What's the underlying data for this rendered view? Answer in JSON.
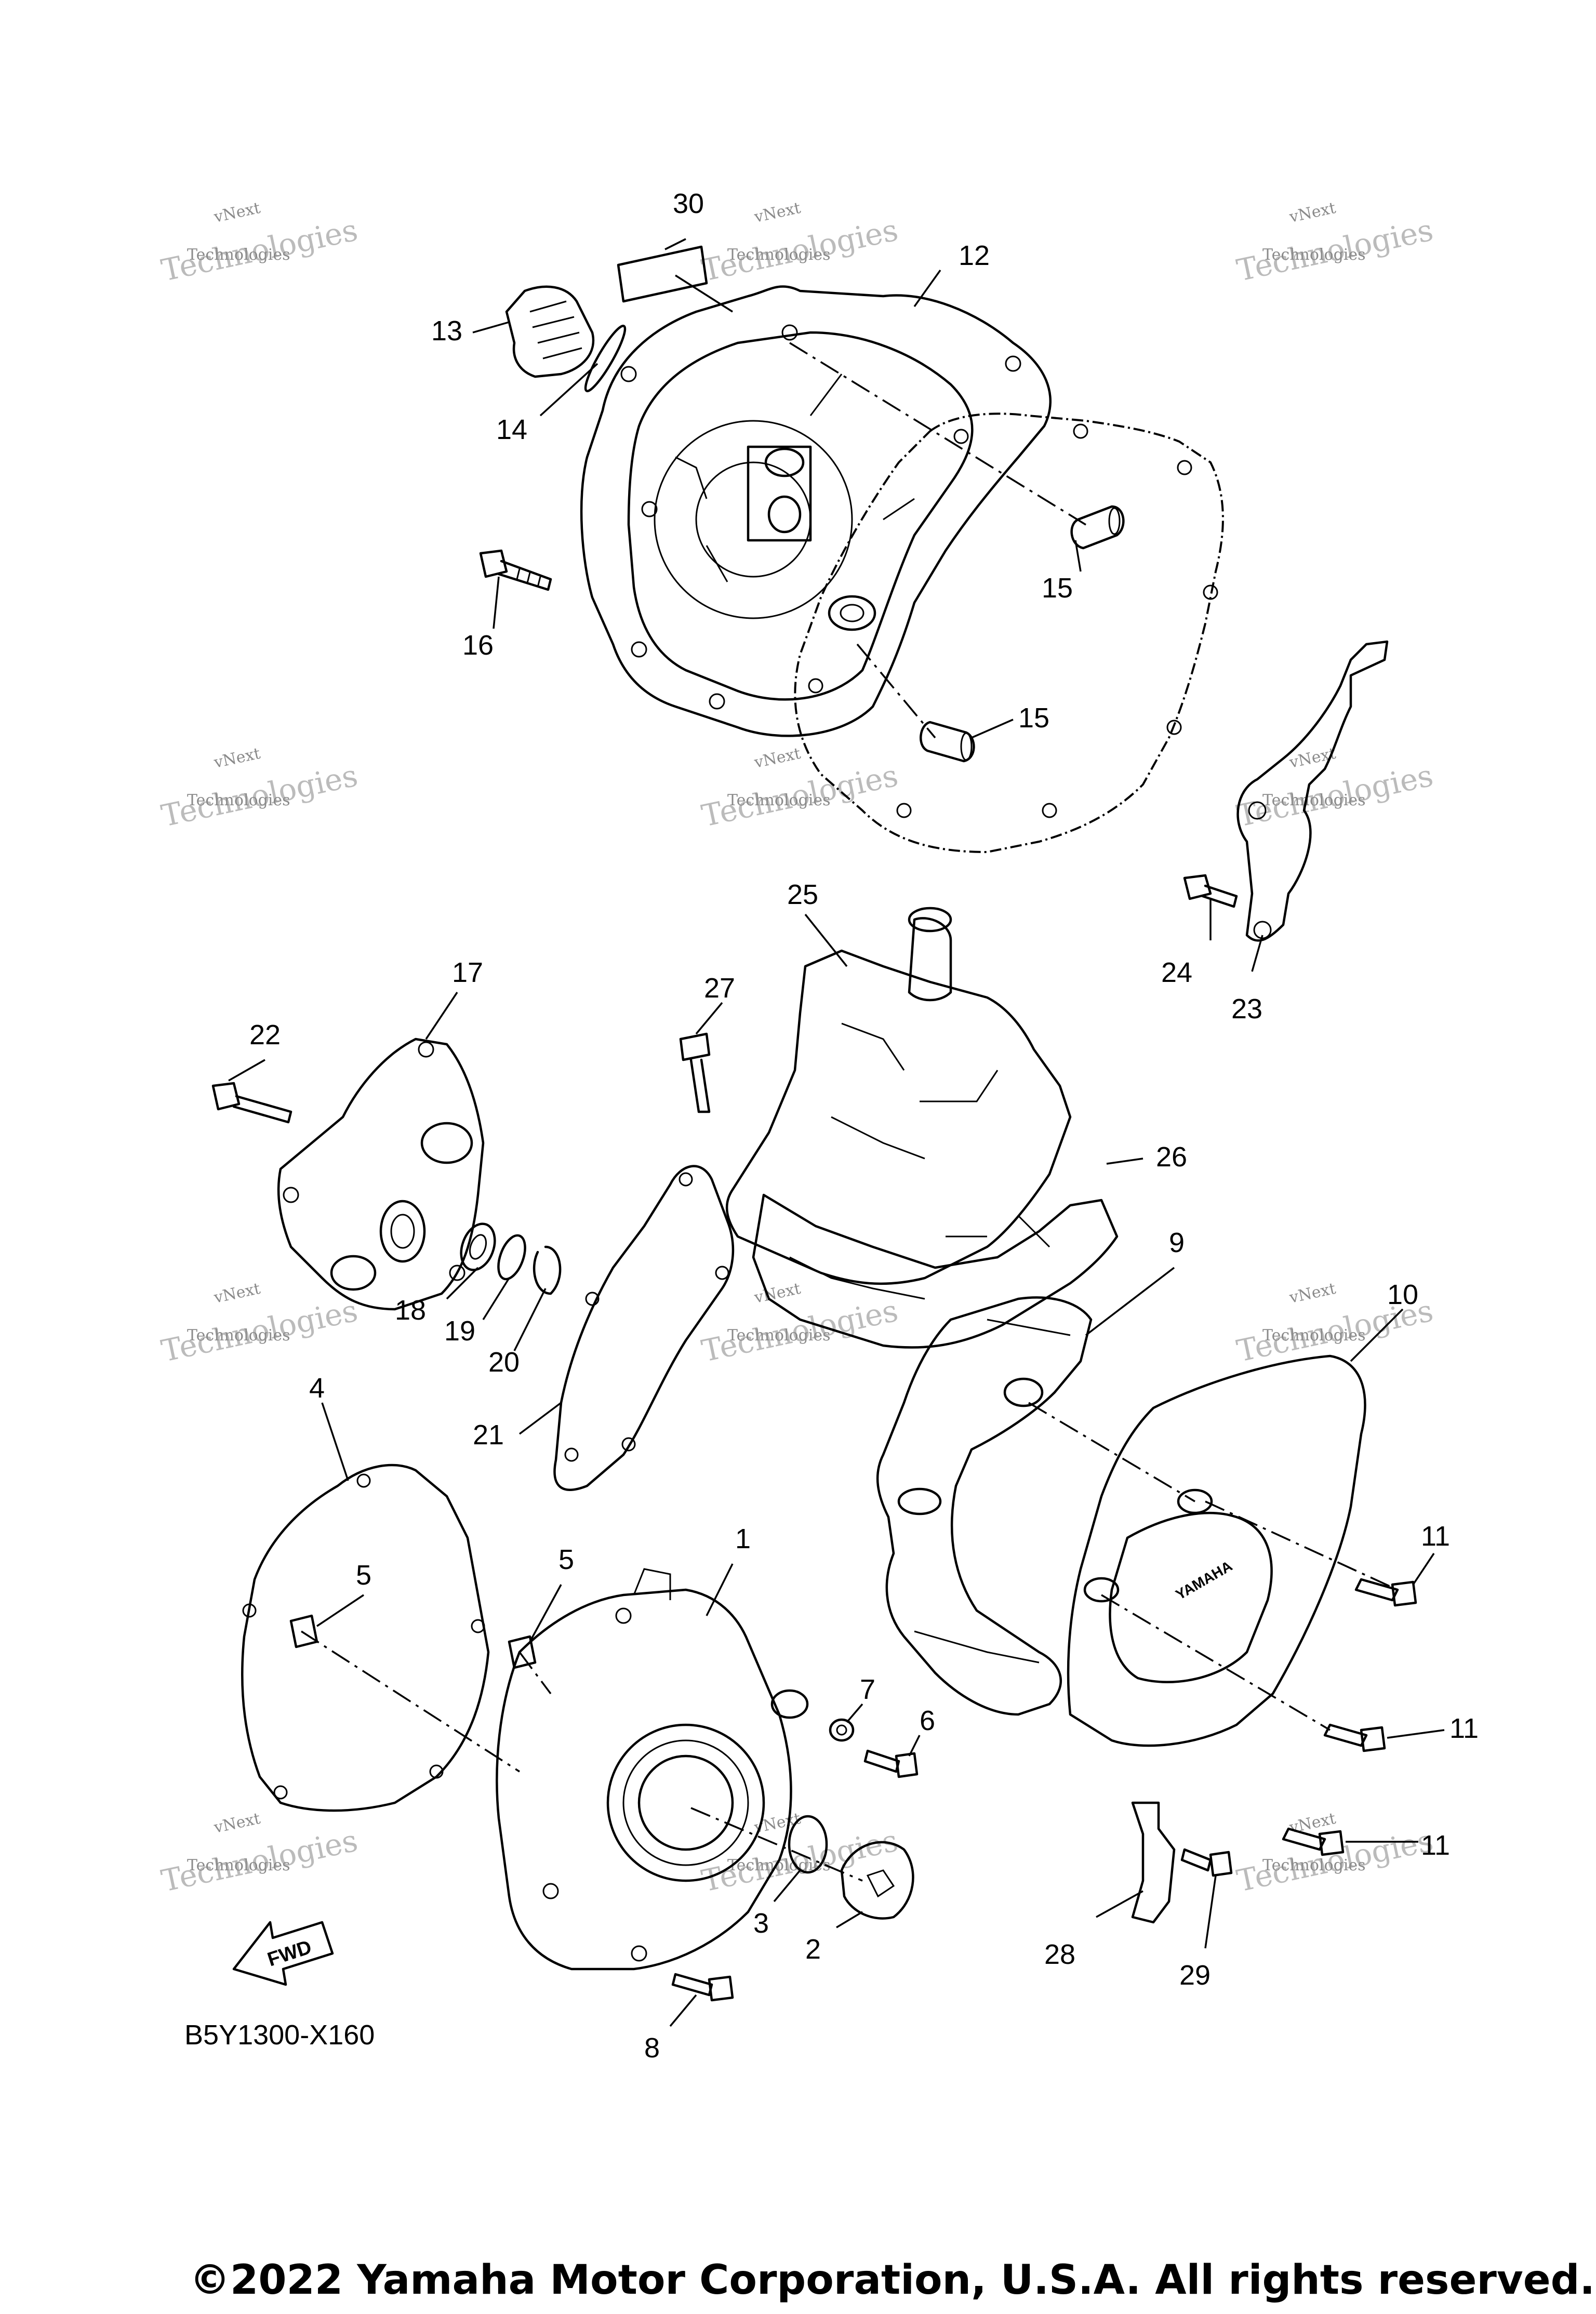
{
  "diagram": {
    "drawing_code": "B5Y1300-X160",
    "copyright": "©2022 Yamaha Motor Corporation, U.S.A. All rights reserved.",
    "fwd_label": "FWD",
    "brand_mark": "YAMAHA",
    "watermark": {
      "line1": "vNext",
      "line2": "Technologies",
      "line3": "Technologies"
    },
    "callouts": [
      "30",
      "12",
      "13",
      "14",
      "15",
      "16",
      "15",
      "24",
      "23",
      "25",
      "27",
      "26",
      "17",
      "22",
      "18",
      "19",
      "20",
      "21",
      "9",
      "10",
      "4",
      "1",
      "5",
      "5",
      "11",
      "11",
      "11",
      "7",
      "6",
      "3",
      "2",
      "8",
      "28",
      "29"
    ]
  }
}
